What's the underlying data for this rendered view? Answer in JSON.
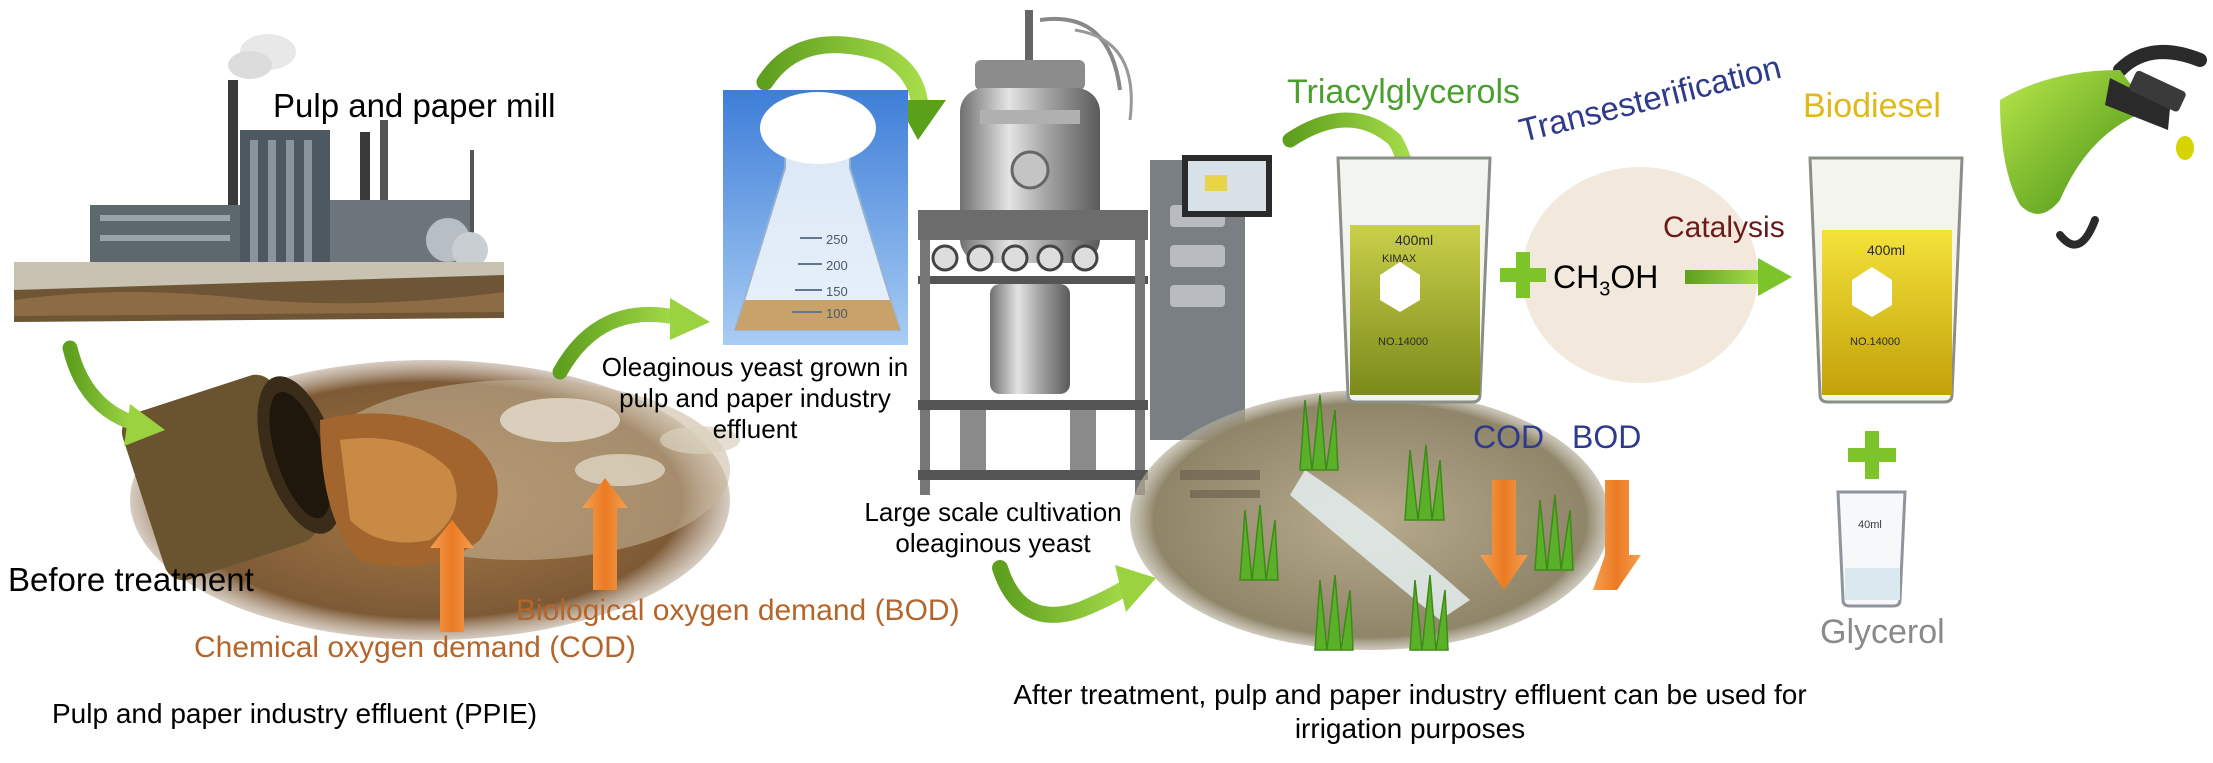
{
  "labels": {
    "mill": "Pulp and paper mill",
    "before": "Before treatment",
    "cod_long": "Chemical oxygen demand (COD)",
    "bod_long": "Biological oxygen demand (BOD)",
    "ppie": "Pulp and paper industry effluent (PPIE)",
    "yeast_line1": "Oleaginous yeast grown in",
    "yeast_line2": "pulp and paper industry",
    "yeast_line3": "effluent",
    "large_line1": "Large scale cultivation",
    "large_line2": "oleaginous yeast",
    "tag": "Triacylglycerols",
    "transesterification": "Transesterification",
    "catalysis": "Catalysis",
    "methanol_main": "CH",
    "methanol_sub": "3",
    "methanol_tail": "OH",
    "biodiesel": "Biodiesel",
    "cod_short": "COD",
    "bod_short": "BOD",
    "glycerol": "Glycerol",
    "after_line1": "After treatment, pulp and paper industry effluent can be used for",
    "after_line2": "irrigation purposes"
  },
  "flask_marks": [
    "250",
    "200",
    "150",
    "100"
  ],
  "beaker_marks": {
    "volume": "400ml",
    "brand": "KIMAX",
    "model": "NO.14000"
  },
  "glycerol_beaker_mark": "40ml",
  "colors": {
    "green_arrow": "#7cc42a",
    "green_text": "#4aa02e",
    "yellow_text": "#e0b81a",
    "brown_text": "#b5652a",
    "navy_text": "#2e3a8c",
    "dark_red_text": "#6b1a1a",
    "gray_text": "#8a8a8a",
    "orange_arrow": "#f08a30"
  },
  "icons": [
    "factory-icon",
    "pipe-icon",
    "flask-icon",
    "bioreactor-icon",
    "beaker-icon",
    "plus-icon",
    "fuel-nozzle-icon",
    "grass-icon",
    "up-arrow-icon",
    "down-arrow-icon"
  ]
}
